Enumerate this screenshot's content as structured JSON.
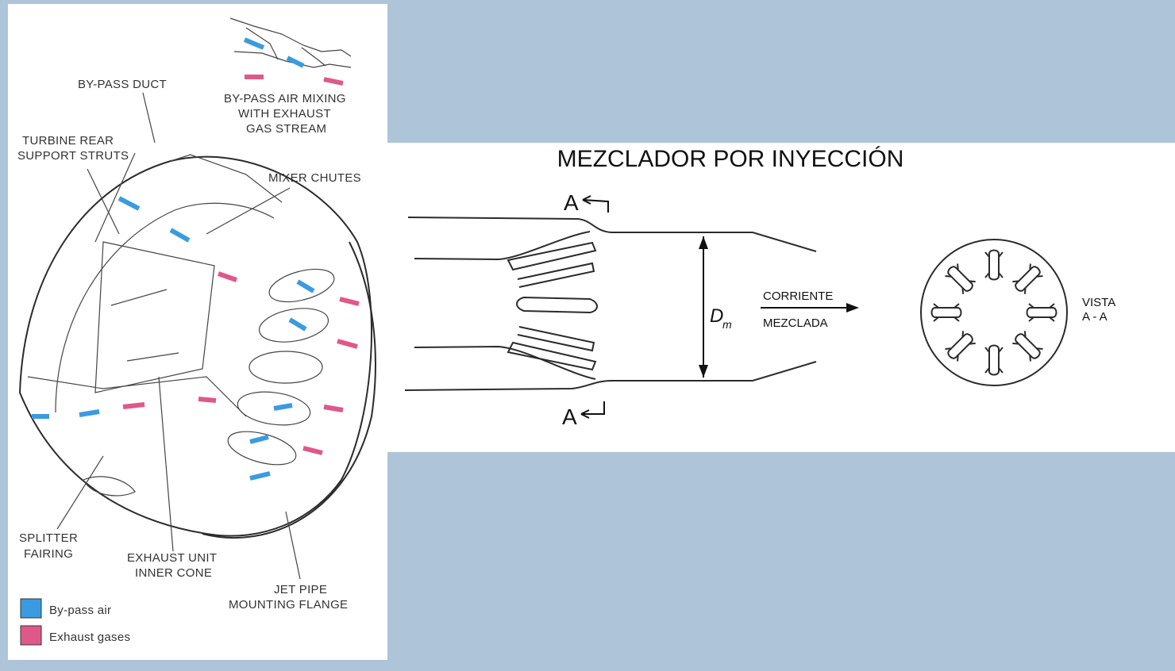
{
  "left": {
    "labels": {
      "bypass_duct": "BY-PASS DUCT",
      "mixing_1": "BY-PASS AIR MIXING",
      "mixing_2": "WITH EXHAUST",
      "mixing_3": "GAS STREAM",
      "struts_1": "TURBINE REAR",
      "struts_2": "SUPPORT STRUTS",
      "mixer_chutes": "MIXER CHUTES",
      "splitter_1": "SPLITTER",
      "splitter_2": "FAIRING",
      "cone_1": "EXHAUST UNIT",
      "cone_2": "INNER CONE",
      "flange_1": "JET PIPE",
      "flange_2": "MOUNTING  FLANGE"
    },
    "legend": [
      {
        "label": "By-pass air",
        "color": "#3a9be0"
      },
      {
        "label": "Exhaust gases",
        "color": "#e0588a"
      }
    ]
  },
  "right": {
    "title": "MEZCLADOR POR INYECCIÓN",
    "section_top": "A",
    "section_bottom": "A",
    "dim_label": "D",
    "dim_sub": "m",
    "flow_1": "CORRIENTE",
    "flow_2": "MEZCLADA",
    "view_1": "VISTA",
    "view_2": "A - A"
  },
  "colors": {
    "background": "#aec4d8",
    "bypass": "#3a9be0",
    "exhaust": "#e0588a"
  }
}
